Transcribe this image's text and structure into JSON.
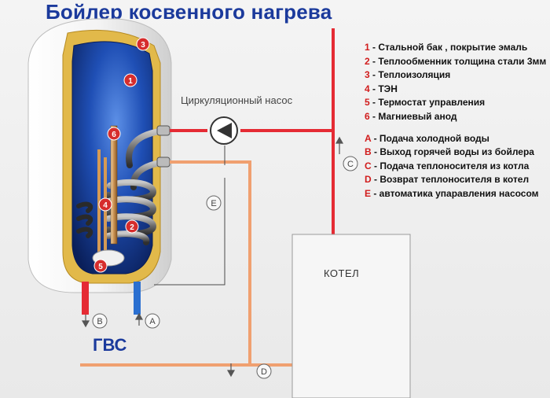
{
  "title": "Бойлер косвенного нагрева",
  "legend": [
    {
      "key": "1",
      "text": " - Стальной бак , покрытие эмаль"
    },
    {
      "key": "2",
      "text": " - Теплообменник толщина стали 3мм"
    },
    {
      "key": "3",
      "text": " - Теплоизоляция"
    },
    {
      "key": "4",
      "text": " - ТЭН"
    },
    {
      "key": "5",
      "text": " - Термостат управления"
    },
    {
      "key": "6",
      "text": " - Магниевый анод"
    },
    {
      "key": "A",
      "text": " - Подача холодной воды"
    },
    {
      "key": "B",
      "text": " - Выход горячей воды из бойлера"
    },
    {
      "key": "C",
      "text": " - Подача теплоносителя из котла"
    },
    {
      "key": "D",
      "text": " - Возврат теплоносителя в котел"
    },
    {
      "key": "E",
      "text": " - автоматика упаравления насосом"
    }
  ],
  "labels": {
    "pump": "Циркуляционный насос",
    "boiler_unit": "КОТЕЛ",
    "hot_water": "ГВС"
  },
  "markers": {
    "m1": "1",
    "m2": "2",
    "m3": "3",
    "m4": "4",
    "m5": "5",
    "m6": "6",
    "a": "A",
    "b": "B",
    "c": "C",
    "d": "D",
    "e": "E"
  },
  "colors": {
    "title": "#1b3a9c",
    "legend_key": "#d11c1c",
    "hot_pipe": "#e52b34",
    "return_pipe": "#f0a070",
    "cold_pipe": "#2a6fd0",
    "insulation": "#e2b94a",
    "tank": "#1e4fb8",
    "marker": "#d62d2d"
  }
}
